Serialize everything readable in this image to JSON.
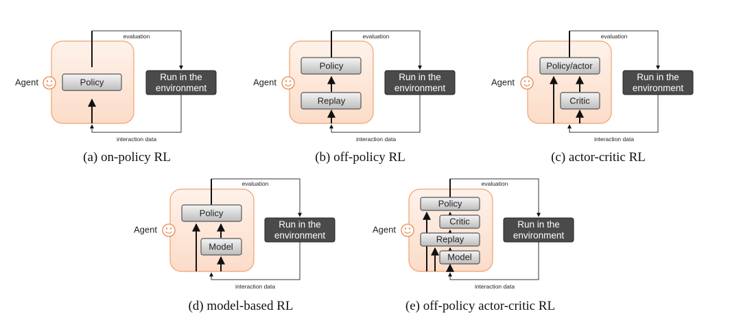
{
  "common": {
    "agent_label": "Agent",
    "evaluation_label": "evaluation",
    "interaction_label": "interaction data",
    "env_line1": "Run in the",
    "env_line2": "environment"
  },
  "panels": {
    "a": {
      "caption": "(a) on-policy RL",
      "modules": [
        "Policy"
      ]
    },
    "b": {
      "caption": "(b) off-policy RL",
      "modules": [
        "Policy",
        "Replay"
      ]
    },
    "c": {
      "caption": "(c) actor-critic RL",
      "modules": [
        "Policy/actor",
        "Critic"
      ]
    },
    "d": {
      "caption": "(d) model-based RL",
      "modules": [
        "Policy",
        "Model"
      ]
    },
    "e": {
      "caption": "(e) off-policy actor-critic RL",
      "modules": [
        "Policy",
        "Critic",
        "Replay",
        "Model"
      ]
    }
  },
  "colors": {
    "agent_fill": "#fde6d8",
    "agent_border": "#f0a070",
    "environment_fill": "#4a4a4a",
    "face": "#e8884a"
  }
}
